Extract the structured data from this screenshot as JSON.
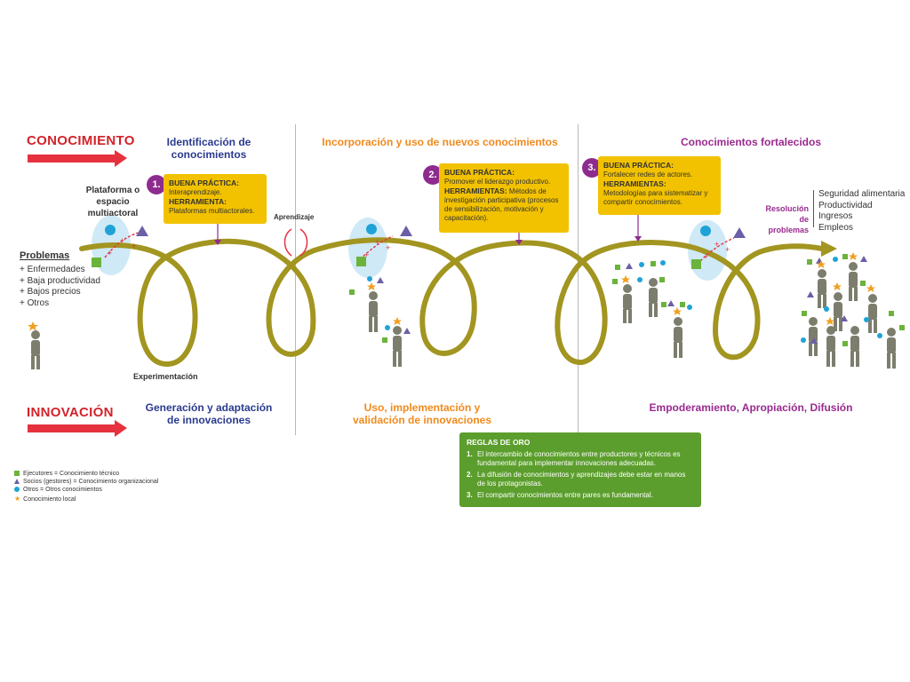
{
  "header": {
    "conocimiento": "CONOCIMIENTO",
    "innovacion": "INNOVACIÓN"
  },
  "sections_top": {
    "s1": "Identificación de conocimientos",
    "s2": "Incorporación y uso de nuevos conocimientos",
    "s3": "Conocimientos fortalecidos"
  },
  "sections_bottom": {
    "s1": "Generación y adaptación de innovaciones",
    "s2": "Uso, implementación y validación de innovaciones",
    "s3": "Empoderamiento, Apropiación, Difusión"
  },
  "boxes": [
    {
      "num": "1.",
      "title": "BUENA PRÁCTICA:",
      "text1": "Interaprendizaje.",
      "title2": "HERRAMIENTA:",
      "text2": "Plataformas multiactorales."
    },
    {
      "num": "2.",
      "title": "BUENA PRÁCTICA:",
      "text1": "Promover el liderazgo productivo.",
      "title2": "HERRAMIENTAS:",
      "text2": "Métodos de investigación participativa (procesos de sensibilización, motivación y capacitación)."
    },
    {
      "num": "3.",
      "title": "BUENA PRÁCTICA:",
      "text1": "Fortalecer redes de actores.",
      "title2": "HERRAMIENTAS:",
      "text2": "Metodologías para sistematizar y compartir conocimientos."
    }
  ],
  "labels": {
    "plataforma": "Plataforma o espacio multiactoral",
    "aprendizaje": "Aprendizaje",
    "experimentacion": "Experimentación",
    "resolucion": "Resolución de problemas"
  },
  "problemas": {
    "title": "Problemas",
    "items": [
      "Enfermedades",
      "Baja productividad",
      "Bajos precios",
      "Otros"
    ]
  },
  "resultados": [
    "Seguridad alimentaria",
    "Productividad",
    "Ingresos",
    "Empleos"
  ],
  "reglas": {
    "title": "REGLAS DE ORO",
    "items": [
      {
        "n": "1.",
        "t": "El intercambio de conocimientos entre productores y técnicos es fundamental para implementar innovaciones adecuadas."
      },
      {
        "n": "2.",
        "t": "La difusión de conocimientos y aprendizajes debe estar en manos de los protagonistas."
      },
      {
        "n": "3.",
        "t": "El compartir conocimientos entre pares es fundamental."
      }
    ]
  },
  "legend": [
    {
      "shape": "square",
      "color": "#6bb33b",
      "text": "Ejecutores = Conocimiento técnico"
    },
    {
      "shape": "triangle",
      "color": "#6b5fa8",
      "text": "Socios (gestores) = Conocimiento organizacional"
    },
    {
      "shape": "circle",
      "color": "#1fa3d6",
      "text": "Otros = Otros conocimientos"
    },
    {
      "shape": "star",
      "color": "#f0a020",
      "text": "Conocimiento local"
    }
  ],
  "colors": {
    "spiral": "#a29520",
    "box": "#f2c200",
    "badge": "#8e2b8e",
    "red": "#e5323e",
    "green": "#5c9e2d"
  }
}
